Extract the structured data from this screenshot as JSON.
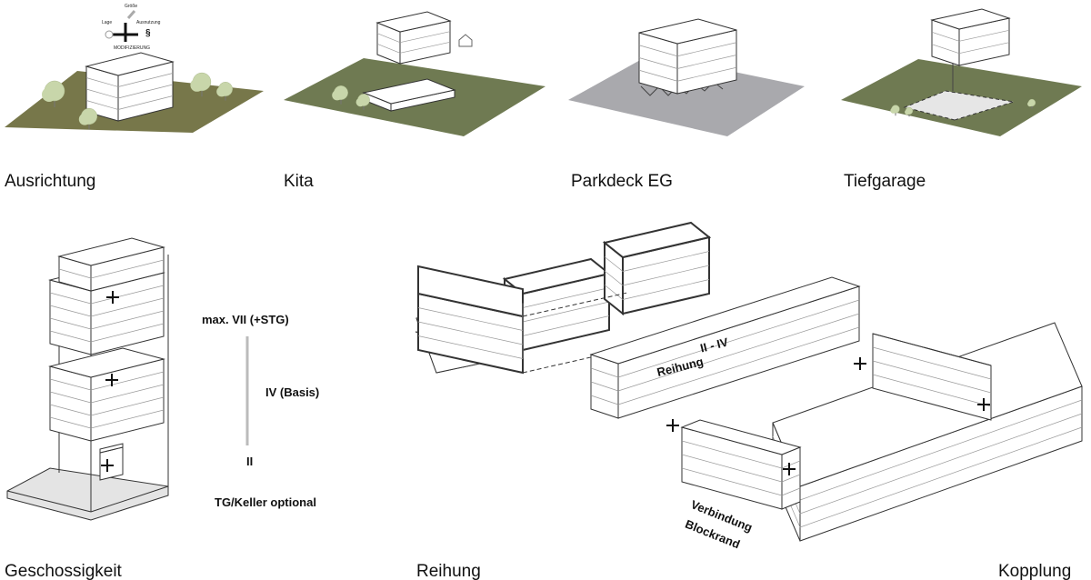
{
  "captions": {
    "ausrichtung": "Ausrichtung",
    "kita": "Kita",
    "parkdeck": "Parkdeck EG",
    "tiefgarage": "Tiefgarage",
    "geschossigkeit": "Geschossigkeit",
    "reihung": "Reihung",
    "kopplung": "Kopplung"
  },
  "compass": {
    "top": "Größe",
    "left": "Lage",
    "right": "Ausnutzung",
    "bottom": "MODIFIZIERUNG",
    "symbol": "§"
  },
  "geschossigkeit": {
    "max": "max. VII (+STG)",
    "basis": "IV (Basis)",
    "min": "II",
    "keller": "TG/Keller optional"
  },
  "reihung": {
    "range": "II - IV",
    "label": "Reihung"
  },
  "kopplung": {
    "line1": "Verbindung",
    "line2": "Blockrand"
  },
  "colors": {
    "ground_olive": "#77774a",
    "ground_green": "#6f7a52",
    "ground_gray": "#a9a9ad",
    "tree": "#c8d6aa"
  }
}
